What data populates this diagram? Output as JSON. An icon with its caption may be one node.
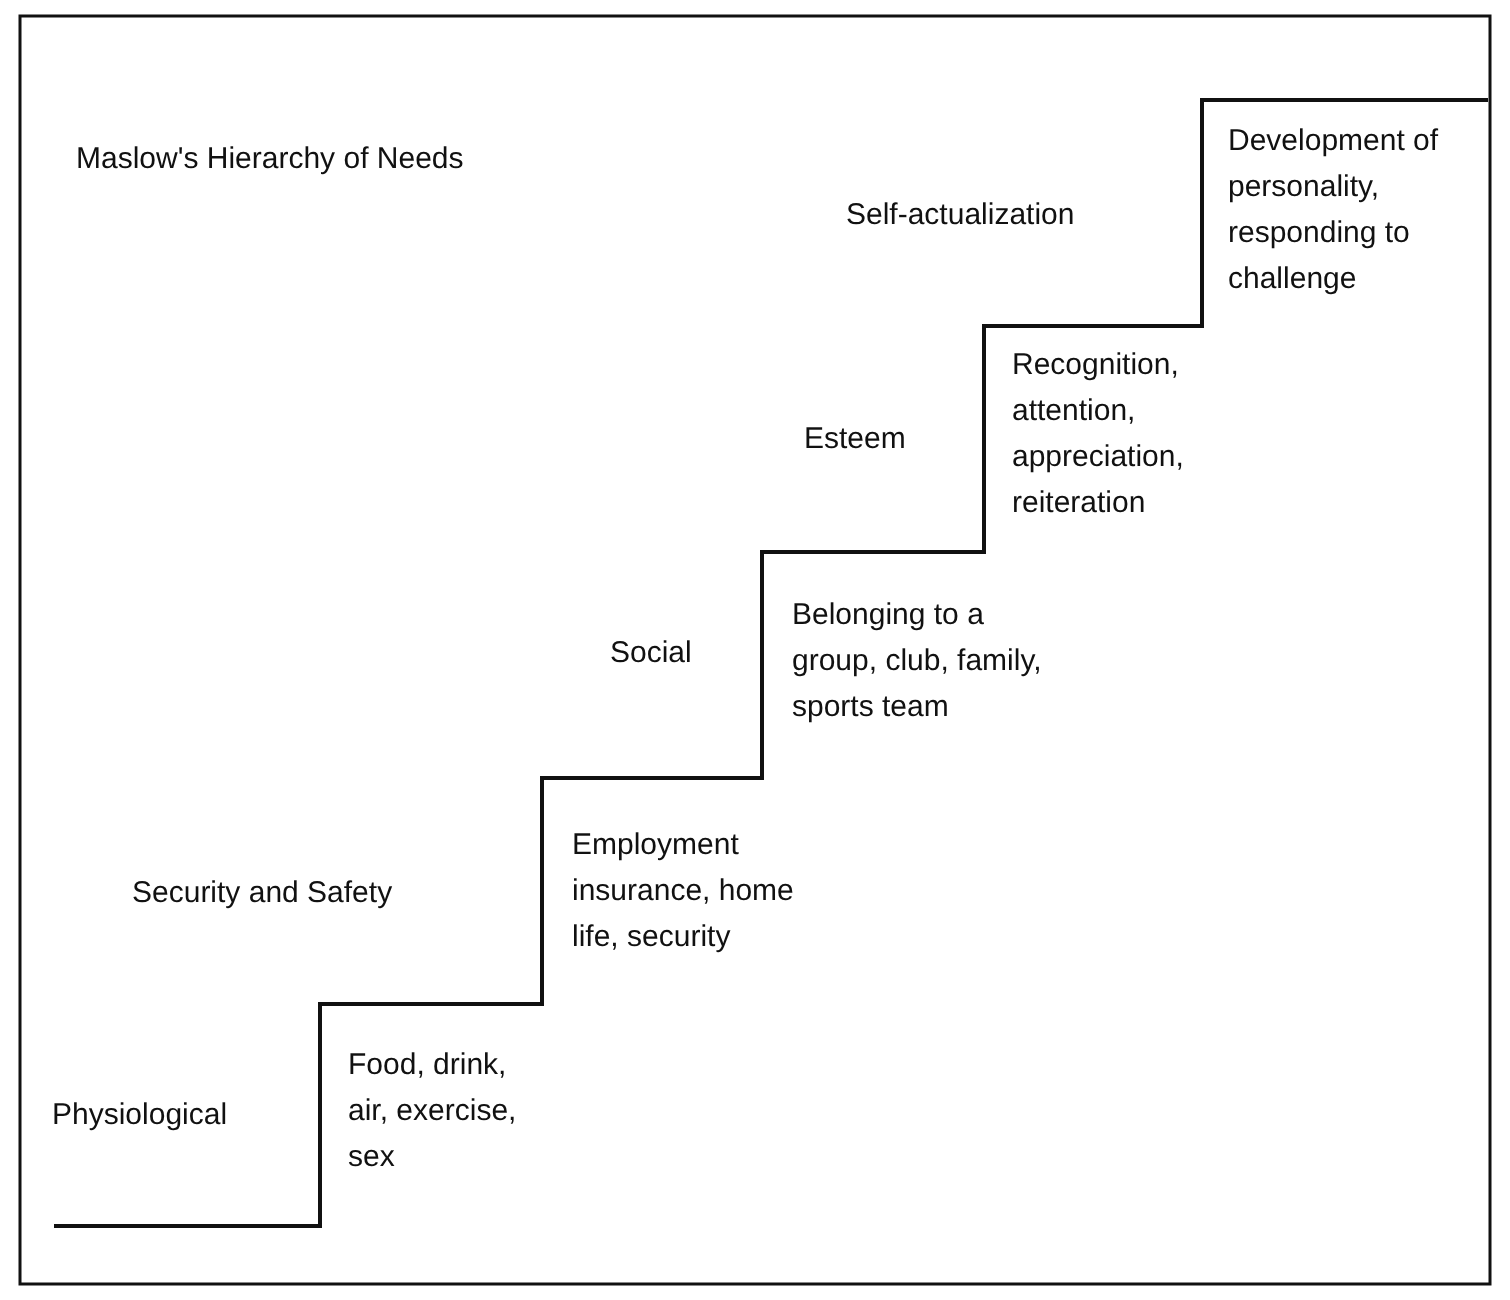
{
  "diagram": {
    "title": "Maslow's Hierarchy of Needs",
    "labels": [
      "Self-actualization",
      "Development of personality, responding to challenge",
      "Recognition, attention, appreciation, reiteration",
      "Esteem",
      "Belonging to a group, club, family, sports team",
      "Social",
      "Employment insurance, home life, security",
      "Security and Safety",
      "Food, drink, air, exercise, sex",
      "Physiological"
    ]
  }
}
